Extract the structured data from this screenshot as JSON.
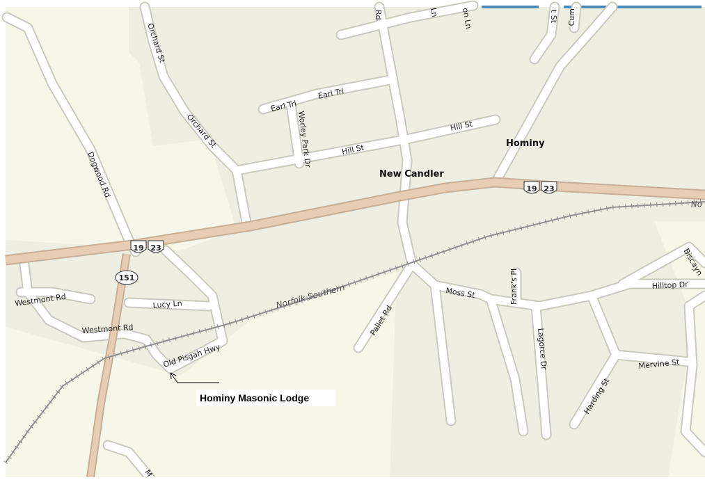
{
  "colors": {
    "land": "#eeeee2",
    "land_light": "#f6f6e9",
    "road_fill": "#ffffff",
    "road_casing": "#c9c9c0",
    "highway": "#e7cdb3",
    "rail": "#8f8f8f",
    "shield_border": "#555555"
  },
  "places": {
    "new_candler": "New Candler",
    "hominy": "Hominy"
  },
  "streets": {
    "rd_top": "Rd",
    "ln_top": "Ln",
    "on_ln": "on Ln",
    "st_top": "t St",
    "cum_top": "Cum",
    "orchard_st_1": "Orchard St",
    "orchard_st_2": "Orchard St",
    "earl_trl_1": "Earl Trl",
    "earl_trl_2": "Earl Trl",
    "worley_park_dr": "Worley Park Dr",
    "hill_st_1": "Hill St",
    "hill_st_2": "Hill St",
    "dogwood_rd": "Dogwood Rd",
    "westmont_rd_1": "Westmont Rd",
    "westmont_rd_2": "Westmont Rd",
    "lucy_ln": "Lucy Ln",
    "old_pisgah_hwy": "Old Pisgah Hwy",
    "pallet_rd": "Pallet Rd",
    "moss_st": "Moss St",
    "franks_pl": "Frank's Pl",
    "lagorce_dr": "Lagorce Dr",
    "hilltop_dr": "Hilltop Dr",
    "biscayne": "Biscayn",
    "mervine_st": "Mervine St",
    "harding_st": "Harding St",
    "m_bottom": "M"
  },
  "railway": {
    "name": "Norfolk Southern",
    "edge": "No"
  },
  "shields": {
    "us19_a": "19",
    "us23_a": "23",
    "us19_b": "19",
    "us23_b": "23",
    "nc151": "151"
  },
  "callout": {
    "label": "Hominy Masonic Lodge"
  }
}
